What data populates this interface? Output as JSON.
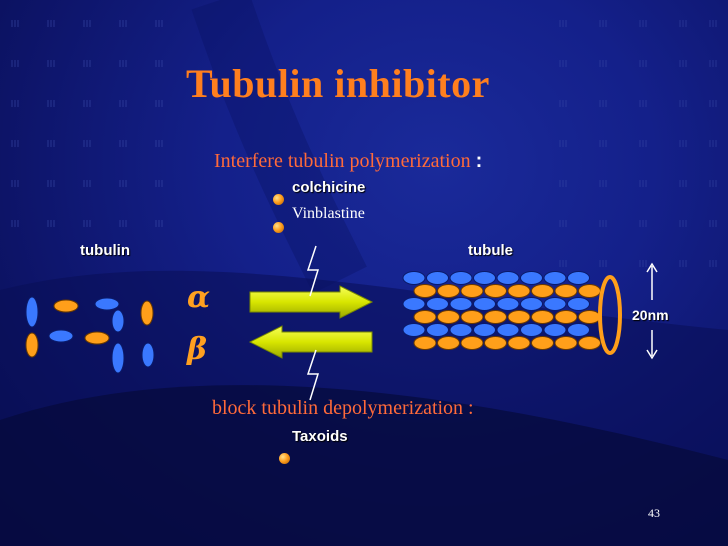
{
  "slide": {
    "title": "Tubulin inhibitor",
    "polymerization": {
      "heading": "Interfere tubulin polymerization",
      "colon": ":",
      "drugs": [
        "colchicine",
        "Vinblastine"
      ]
    },
    "depolymerization": {
      "heading": "block tubulin depolymerization :",
      "drugs": [
        "Taxoids"
      ]
    },
    "labels": {
      "tubulin": "tubulin",
      "tubule": "tubule",
      "alpha": "α",
      "beta": "β",
      "diameter": "20nm"
    },
    "page_number": "43"
  },
  "colors": {
    "title": "#ff7f1e",
    "heading": "#ff6a3a",
    "subunit_orange": "#ff9f1a",
    "subunit_blue": "#3a78ff",
    "arrow": "#e6f01a"
  }
}
